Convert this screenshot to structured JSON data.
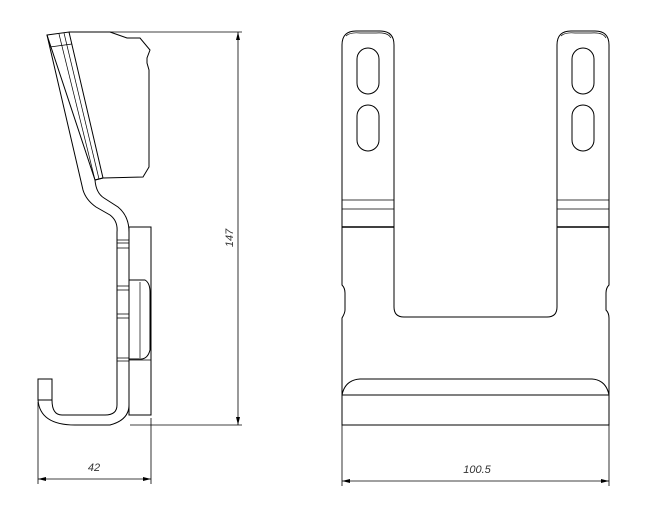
{
  "drawing": {
    "views": [
      "side-view",
      "front-view"
    ],
    "dimensions": {
      "height_label": "147",
      "depth_label": "42",
      "width_label": "100.5"
    },
    "line_color": "#000000",
    "text_color": "#333333"
  }
}
